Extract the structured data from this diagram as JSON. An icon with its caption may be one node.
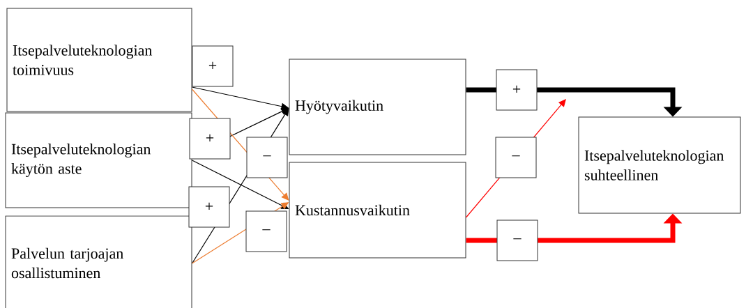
{
  "diagram": {
    "nodes": [
      {
        "text": [
          "Itsepalveluteknologian toimivuus"
        ]
      },
      {
        "text": [
          "Itsepalveluteknologian käytön aste"
        ]
      },
      {
        "text": [
          "Palvelun tarjoajan osallistuminen"
        ]
      },
      {
        "text": [
          "Hyötyvaikutin"
        ]
      },
      {
        "text": [
          "Kustannusvaikutin"
        ]
      },
      {
        "text": [
          "Itsepalveluteknologian suhteellinen"
        ]
      }
    ],
    "edges": [
      {
        "from": 0,
        "to": 3,
        "arrow": "to",
        "label": "+"
      },
      {
        "from": 1,
        "to": 3,
        "arrow": "to",
        "label": "+"
      },
      {
        "from": 2,
        "to": 3,
        "arrow": "to",
        "label": "+"
      },
      {
        "from": 0,
        "to": 4,
        "arrow": "to",
        "label": "–",
        "color": "#ed7d31"
      },
      {
        "from": 1,
        "to": 4,
        "arrow": "to"
      },
      {
        "from": 2,
        "to": 4,
        "arrow": "to",
        "label": "–",
        "color": "#ed7d31"
      },
      {
        "from": 3,
        "to": 5,
        "arrow": "to",
        "label": "+",
        "style": "thick"
      },
      {
        "from": 4,
        "to": null,
        "arrow": "to",
        "label": "–",
        "color": "#ff0000"
      },
      {
        "from": 4,
        "to": 5,
        "arrow": "to",
        "label": "–",
        "style": "thick",
        "color": "#ff0000"
      }
    ]
  }
}
